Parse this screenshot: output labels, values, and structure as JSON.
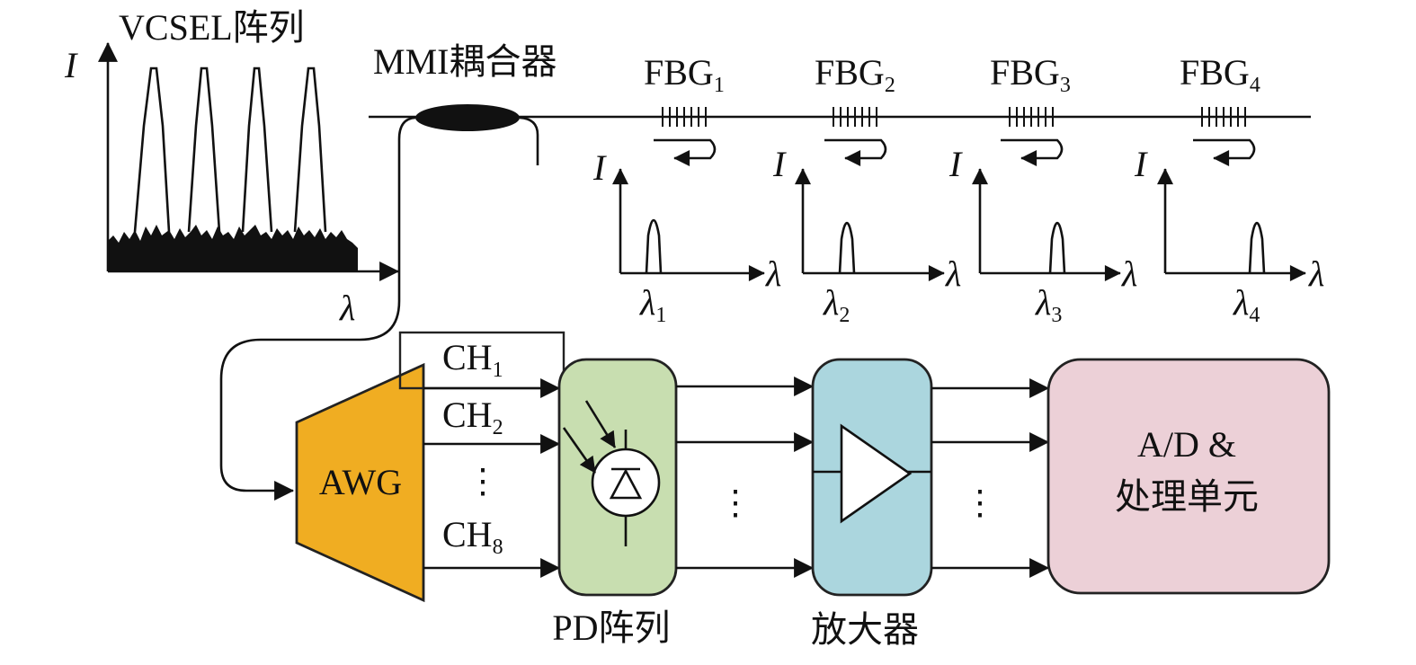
{
  "source_label": "VCSEL阵列",
  "coupler_label": "MMI耦合器",
  "axis_i": "I",
  "axis_lambda": "λ",
  "gratings": [
    {
      "name": "FBG",
      "sub": "1",
      "peak": "λ",
      "peak_sub": "1"
    },
    {
      "name": "FBG",
      "sub": "2",
      "peak": "λ",
      "peak_sub": "2"
    },
    {
      "name": "FBG",
      "sub": "3",
      "peak": "λ",
      "peak_sub": "3"
    },
    {
      "name": "FBG",
      "sub": "4",
      "peak": "λ",
      "peak_sub": "4"
    }
  ],
  "awg_label": "AWG",
  "channels": [
    {
      "name": "CH",
      "sub": "1"
    },
    {
      "name": "CH",
      "sub": "2"
    },
    {
      "name": "CH",
      "sub": "8"
    }
  ],
  "vdots": "⋮",
  "pd_label": "PD阵列",
  "amp_label": "放大器",
  "adc_line1": "A/D &",
  "adc_line2": "处理单元",
  "colors": {
    "awg": "#F0AD22",
    "pd": "#C8DEB0",
    "amp": "#ABD6DE",
    "adc": "#ECD0D7",
    "line": "#111111"
  }
}
